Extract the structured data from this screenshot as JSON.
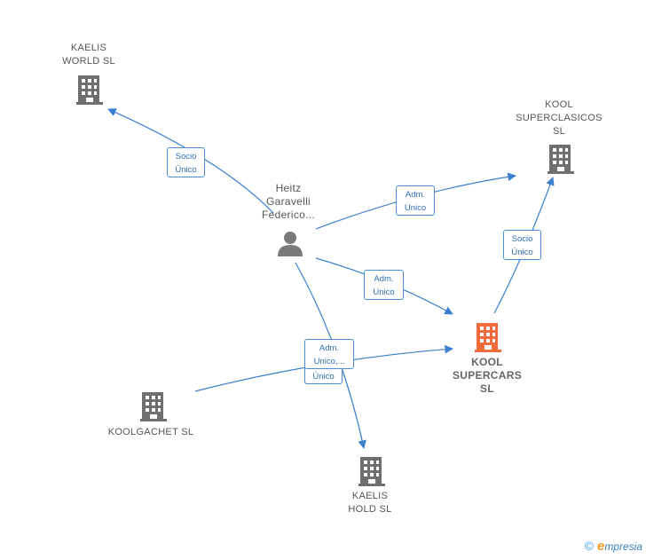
{
  "colors": {
    "edge": "#3a7fd0",
    "building": "#6f6f6f",
    "focus_building": "#f26b3a",
    "person": "#7a7a7a"
  },
  "nodes": {
    "kaelis_world": {
      "label": "KAELIS\nWORLD  SL",
      "icon": "building-icon"
    },
    "kool_superclasicos": {
      "label": "KOOL\nSUPERCLASICOS\nSL",
      "icon": "building-icon"
    },
    "heitz": {
      "label": "Heitz\nGaravelli\nFederico...",
      "icon": "person-icon"
    },
    "kool_supercars": {
      "label": "KOOL\nSUPERCARS\nSL",
      "icon": "building-icon"
    },
    "koolgachet": {
      "label": "KOOLGACHET SL",
      "icon": "building-icon"
    },
    "kaelis_hold": {
      "label": "KAELIS\nHOLD  SL",
      "icon": "building-icon"
    }
  },
  "edges": {
    "socio_unico_world": "Socio\nÚnico",
    "adm_unico_superclasicos": "Adm.\nUnico",
    "socio_unico_superclasicos": "Socio\nÚnico",
    "adm_unico_supercars": "Adm.\nUnico",
    "adm_unico_hold": "Adm.\nUnico,...",
    "unico_koolgachet": "Único"
  },
  "footer": {
    "copyright": "©",
    "brand_initial": "e",
    "brand_rest": "mpresia"
  }
}
